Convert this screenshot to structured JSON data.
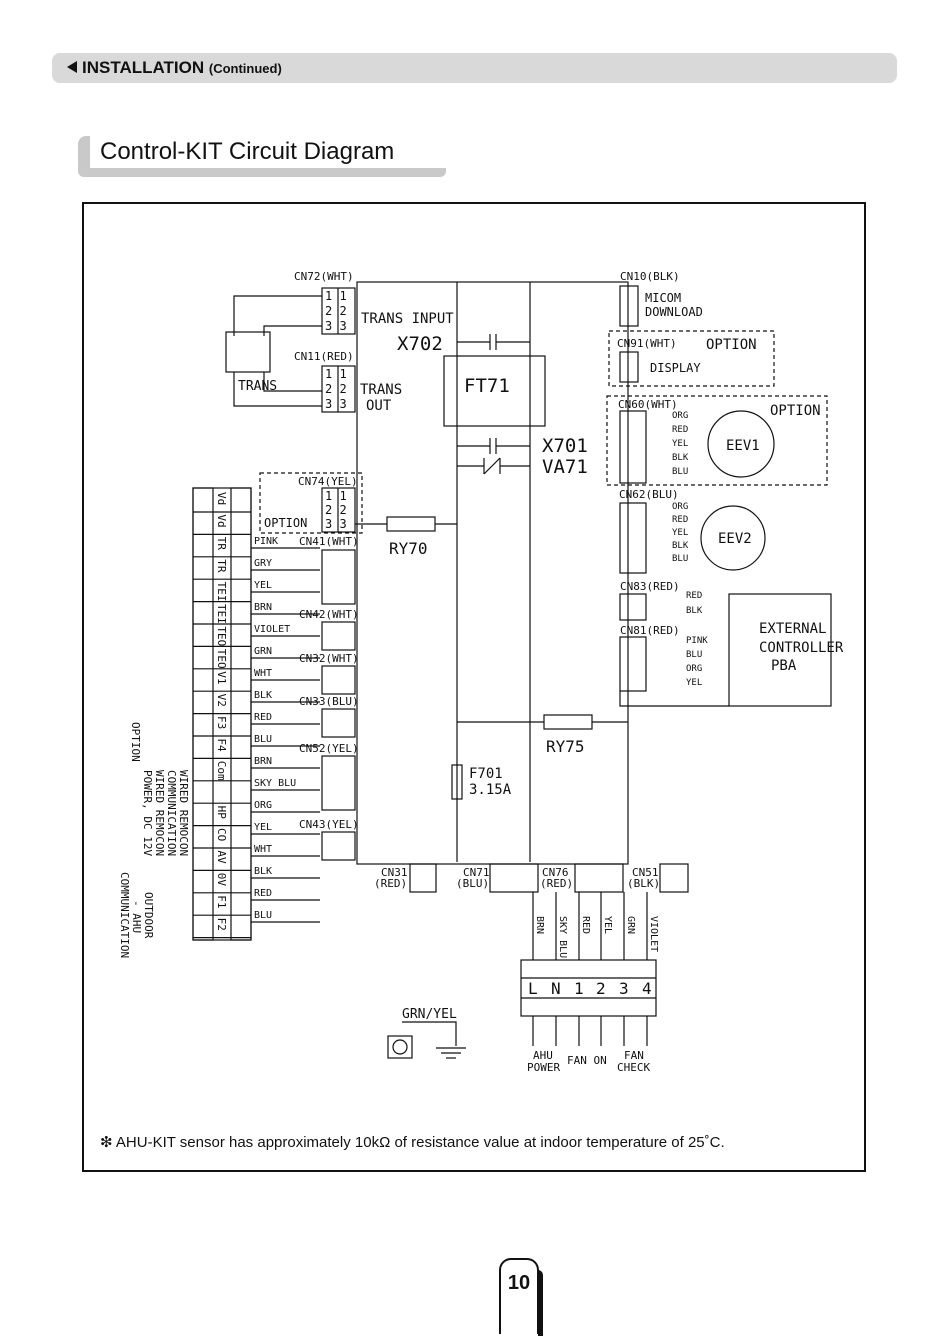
{
  "header": {
    "section": "INSTALLATION",
    "continued": "(Continued)"
  },
  "title": "Control-KIT Circuit Diagram",
  "diagram": {
    "connectors": {
      "cn72": "CN72(WHT)",
      "cn11": "CN11(RED)",
      "cn74": "CN74(YEL)",
      "cn41": "CN41(WHT)",
      "cn42": "CN42(WHT)",
      "cn32": "CN32(WHT)",
      "cn33": "CN33(BLU)",
      "cn52": "CN52(YEL)",
      "cn43": "CN43(YEL)",
      "cn10": "CN10(BLK)",
      "cn91": "CN91(WHT)",
      "cn60": "CN60(WHT)",
      "cn62": "CN62(BLU)",
      "cn83": "CN83(RED)",
      "cn81": "CN81(RED)",
      "cn31": "CN31",
      "cn31c": "(RED)",
      "cn71": "CN71",
      "cn71c": "(BLU)",
      "cn76": "CN76",
      "cn76c": "(RED)",
      "cn51": "CN51",
      "cn51c": "(BLK)"
    },
    "components": {
      "trans_input": "TRANS INPUT",
      "trans_out1": "TRANS",
      "trans_out2": "OUT",
      "trans": "TRANS",
      "x702": "X702",
      "ft71": "FT71",
      "x701": "X701",
      "va71": "VA71",
      "ry70": "RY70",
      "ry75": "RY75",
      "f701": "F701",
      "f701_rating": "3.15A",
      "option": "OPTION",
      "option_big": "OPTION",
      "option_big2": "OPTION",
      "micom": "MICOM",
      "download": "DOWNLOAD",
      "display": "DISPLAY",
      "eev1": "EEV1",
      "eev2": "EEV2",
      "ext1": "EXTERNAL",
      "ext2": "CONTROLLER",
      "ext3": "PBA",
      "grn_yel": "GRN/YEL"
    },
    "left_terminals": [
      "Vd",
      "Vd",
      "TR",
      "TR",
      "TEI",
      "TEI",
      "TEO",
      "TEO",
      "V1",
      "V2",
      "F3",
      "F4",
      "Com",
      "",
      "HP",
      "CO",
      "AV",
      "0V",
      "F1",
      "F2"
    ],
    "left_wires": [
      "PINK",
      "GRY",
      "YEL",
      "BRN",
      "VIOLET",
      "GRN",
      "WHT",
      "BLK",
      "RED",
      "BLU",
      "BRN",
      "SKY BLU",
      "ORG",
      "YEL",
      "WHT",
      "BLK",
      "RED",
      "BLU"
    ],
    "eev1_wires": [
      "ORG",
      "RED",
      "YEL",
      "BLK",
      "BLU"
    ],
    "eev2_wires": [
      "ORG",
      "RED",
      "YEL",
      "BLK",
      "BLU"
    ],
    "cn83_wires": [
      "RED",
      "BLK"
    ],
    "cn81_wires": [
      "PINK",
      "BLU",
      "ORG",
      "YEL"
    ],
    "side_labels": {
      "option": "OPTION",
      "power": "POWER, DC 12V",
      "wired_remocon": "WIRED REMOCON",
      "communication": "COMMUNICATION",
      "wired_remocon2": "WIRED REMOCON",
      "outdoor": "OUTDOOR",
      "ahu": "- AHU",
      "comm2": "COMMUNICATION"
    },
    "bottom_wires": [
      "BRN",
      "SKY BLU",
      "RED",
      "YEL",
      "GRN",
      "VIOLET"
    ],
    "terminal_block": [
      "L",
      "N",
      "1",
      "2",
      "3",
      "4"
    ],
    "bottom_labels": {
      "ahu": "AHU",
      "power": "POWER",
      "fan_on": "FAN ON",
      "fan": "FAN",
      "check": "CHECK"
    }
  },
  "note": "❇ AHU-KIT sensor has approximately 10kΩ of resistance value at indoor temperature of 25˚C.",
  "page_number": "10"
}
